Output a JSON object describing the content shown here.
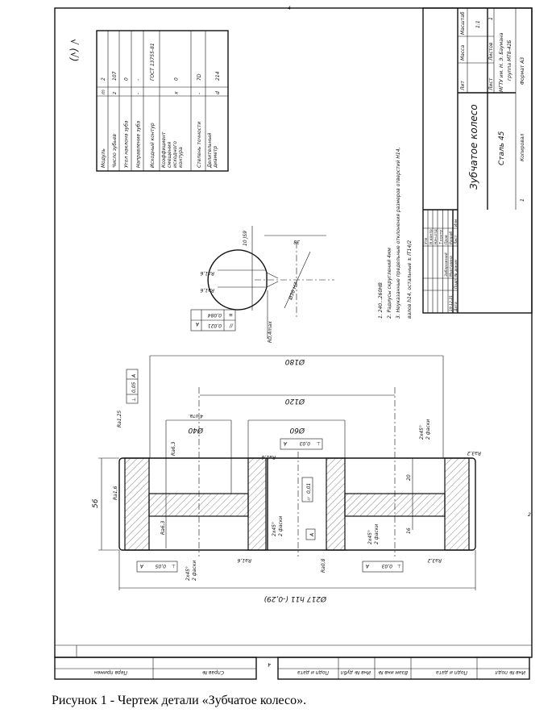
{
  "sheet": {
    "top_mark": "4",
    "side_mark": "2",
    "bottom_mark": "4",
    "roughness_general": "√ (√)"
  },
  "gear_table": {
    "rows": [
      {
        "label": "Модуль",
        "symbol": "m",
        "value": "2"
      },
      {
        "label": "Число зубьев",
        "symbol": "z",
        "value": "107"
      },
      {
        "label": "Угол наклона зуба",
        "symbol": "",
        "value": "0"
      },
      {
        "label": "Направление зуба",
        "symbol": "-",
        "value": "-"
      },
      {
        "label": "Исходный контур",
        "symbol": "",
        "value": "ГОСТ 13755-81"
      },
      {
        "label": "Коэффициент смещения исходного контура",
        "symbol": "x",
        "value": "0"
      },
      {
        "label": "Степень точности",
        "symbol": "-",
        "value": "7D"
      },
      {
        "label": "Делительный диаметр",
        "symbol": "d",
        "value": "214"
      }
    ]
  },
  "notes": [
    "1. 240...260HB",
    "2. Радиусы скруглений 4мм",
    "3. Неуказанные предельные отклонения размеров отверстий H14,",
    "валов h14, остальные ± IT14/2"
  ],
  "keyway_view": {
    "width_dim": "10 JS9",
    "depth_dim": "38",
    "bore_dim": "Ø36 H7",
    "radius": "R0,4max",
    "rough1": "Ra1,6",
    "rough2": "Ra1,6",
    "tol_sym": "0,084",
    "tol_par": "0,021",
    "datum": "A",
    "sym_icon": "≡",
    "par_icon": "//"
  },
  "main_view": {
    "d180": "Ø180",
    "d120": "Ø120",
    "d40": "Ø40",
    "holes": "4 отв.",
    "d60": "Ø60",
    "d217": "Ø217 h11 (-0,29)",
    "h56": "56",
    "h20": "20",
    "h16": "16",
    "ra125": "Ra1,25",
    "ra16_left": "Ra1,6",
    "ra63_top": "Ra6,3",
    "ra63_bot": "Ra6,3",
    "ra16_top": "Ra1,6",
    "ra16_bot": "Ra1,6",
    "ra08": "Ra0,8",
    "ra32_top": "Ra3,2",
    "ra32_bot": "Ra3,2",
    "perp_top": "0,05",
    "perp_bot": "0,05",
    "perp_mid_top": "0,03",
    "perp_mid_bot": "0,03",
    "cyl": "0,01",
    "datum": "A",
    "chamfer": "2x45°",
    "chamfer_note": "2 фаски",
    "perp_icon": "⊥",
    "cyl_icon": "⌭"
  },
  "title_block": {
    "part_name": "Зубчатое колесо",
    "material": "Сталь 45",
    "org_line1": "МГТУ им. Н. Э. Баумана",
    "org_line2": "группа МТ8-42Б",
    "scale": "1:1",
    "sheet_count": "1",
    "h_lit": "Лит",
    "h_mass": "Масса",
    "h_scale": "Масштаб",
    "h_sheet": "Лист",
    "h_sheets": "Листов",
    "h_izm": "Изм",
    "h_list": "Лист",
    "h_doc": "№ докум",
    "h_sign": "Подп",
    "h_date": "Дата",
    "r_dev": "Разраб",
    "r_chk": "Пров",
    "r_tk": "Т контр",
    "r_nach": "Нач.отд",
    "r_nk": "Н контр",
    "r_utv": "Утв",
    "dev_name": "Муртазина",
    "chk_name": "Забарожний",
    "date": "19.12.21",
    "copied": "Копировал",
    "format": "Формат А3",
    "copied_num": "1"
  },
  "bottom_strip": {
    "labels": [
      "Перв примен",
      "Справ №",
      "Подп и дата",
      "Инв № дубл",
      "Взам инв №",
      "Подп и дата",
      "Инв № подл"
    ]
  },
  "caption": "Рисунок 1 - Чертеж детали «Зубчатое колесо»."
}
